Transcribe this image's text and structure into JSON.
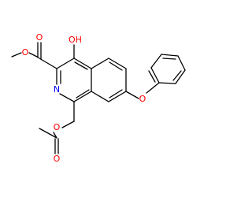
{
  "molecule": {
    "atoms": [
      {
        "id": "o_ester_carbonyl",
        "label": "O",
        "color": "#ff0000"
      },
      {
        "id": "o_ester",
        "label": "O",
        "color": "#ff0000"
      },
      {
        "id": "oh",
        "label": "OH",
        "color": "#ff0000"
      },
      {
        "id": "n",
        "label": "N",
        "color": "#0000ff"
      },
      {
        "id": "o_phenoxy",
        "label": "O",
        "color": "#ff0000"
      },
      {
        "id": "o_acetoxy",
        "label": "O",
        "color": "#ff0000"
      },
      {
        "id": "o_acetyl_carbonyl",
        "label": "O",
        "color": "#ff0000"
      }
    ],
    "colors": {
      "bond": "#000000",
      "oxygen": "#ff0000",
      "nitrogen": "#0000ff",
      "background": "#ffffff"
    }
  }
}
